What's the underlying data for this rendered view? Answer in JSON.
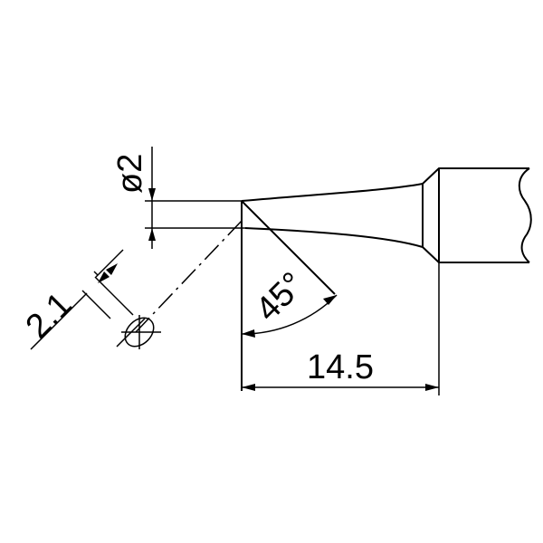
{
  "drawing": {
    "diameter_label": "ø2",
    "bevel_width_label": "2.1",
    "angle_label": "45°",
    "length_label": "14.5"
  }
}
